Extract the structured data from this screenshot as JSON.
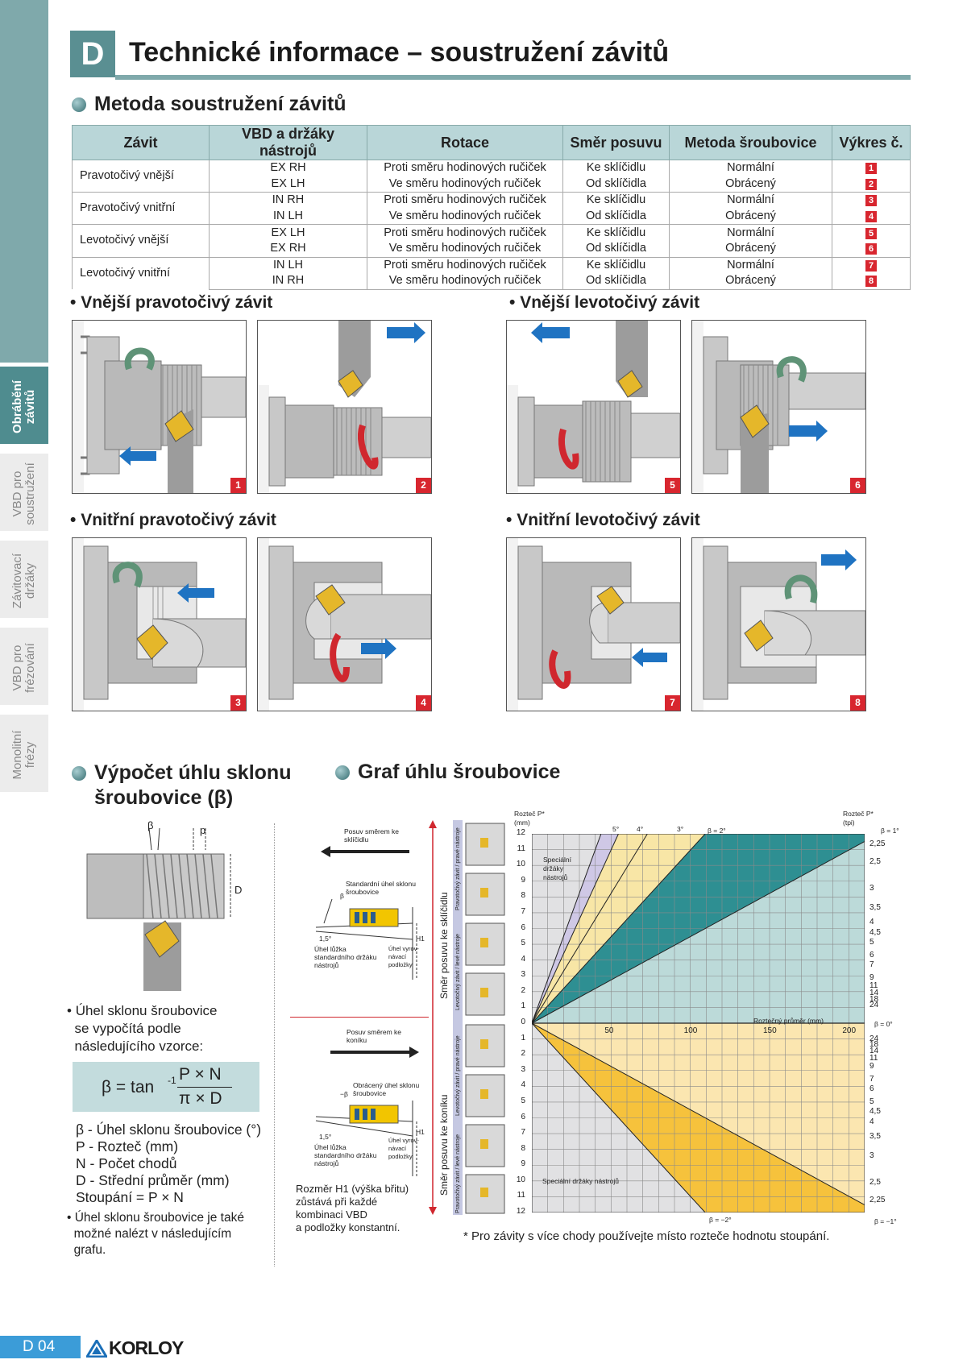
{
  "sidebar": {
    "tabs": [
      {
        "label": "Obrábění závitů",
        "active": true
      },
      {
        "label": "VBD pro soustružení",
        "active": false
      },
      {
        "label": "Závitovací držáky",
        "active": false
      },
      {
        "label": "VBD pro frézování",
        "active": false
      },
      {
        "label": "Monolitní frézy",
        "active": false
      }
    ]
  },
  "header": {
    "badge": "D",
    "title": "Technické informace – soustružení závitů"
  },
  "section1": {
    "title": "Metoda soustružení závitů"
  },
  "table": {
    "headers": [
      "Závit",
      "VBD a držáky nástrojů",
      "Rotace",
      "Směr posuvu",
      "Metoda šroubovice",
      "Výkres č."
    ],
    "groups": [
      {
        "thread": "Pravotočivý vnější",
        "rows": [
          {
            "tool": "EX  RH",
            "rotation": "Proti směru hodinových ručiček",
            "feed": "Ke sklíčidlu",
            "method": "Normální",
            "drawing": "1"
          },
          {
            "tool": "EX  LH",
            "rotation": "Ve směru hodinových ručiček",
            "feed": "Od sklíčidla",
            "method": "Obrácený",
            "drawing": "2"
          }
        ]
      },
      {
        "thread": "Pravotočivý vnitřní",
        "rows": [
          {
            "tool": "IN  RH",
            "rotation": "Proti směru hodinových ručiček",
            "feed": "Ke sklíčidlu",
            "method": "Normální",
            "drawing": "3"
          },
          {
            "tool": "IN  LH",
            "rotation": "Ve směru hodinových ručiček",
            "feed": "Od sklíčidla",
            "method": "Obrácený",
            "drawing": "4"
          }
        ]
      },
      {
        "thread": "Levotočivý vnější",
        "rows": [
          {
            "tool": "EX  LH",
            "rotation": "Proti směru hodinových ručiček",
            "feed": "Ke sklíčidlu",
            "method": "Normální",
            "drawing": "5"
          },
          {
            "tool": "EX  RH",
            "rotation": "Ve směru hodinových ručiček",
            "feed": "Od sklíčidla",
            "method": "Obrácený",
            "drawing": "6"
          }
        ]
      },
      {
        "thread": "Levotočivý vnitřní",
        "rows": [
          {
            "tool": "IN  LH",
            "rotation": "Proti směru hodinových ručiček",
            "feed": "Ke sklíčidlu",
            "method": "Normální",
            "drawing": "7"
          },
          {
            "tool": "IN  RH",
            "rotation": "Ve směru hodinových ručiček",
            "feed": "Od sklíčidla",
            "method": "Obrácený",
            "drawing": "8"
          }
        ]
      }
    ]
  },
  "diagrams": {
    "ext_right_title": "Vnější pravotočivý závit",
    "ext_left_title": "Vnější levotočivý závit",
    "int_right_title": "Vnitřní pravotočivý závit",
    "int_left_title": "Vnitřní levotočivý závit",
    "numbers": [
      "1",
      "2",
      "5",
      "6",
      "3",
      "4",
      "7",
      "8"
    ]
  },
  "calc": {
    "title_line1": "Výpočet úhlu sklonu",
    "title_line2": "šroubovice (β)",
    "label_beta": "β",
    "label_p": "p",
    "label_d": "D",
    "intro": [
      "Úhel sklonu šroubovice",
      "se vypočítá podle",
      "následujícího vzorce:"
    ],
    "formula_prefix": "β = tan",
    "formula_exp": "-1",
    "formula_num": "P × N",
    "formula_den": "π × D",
    "legend": [
      "β - Úhel sklonu šroubovice (°)",
      "P - Rozteč (mm)",
      "N - Počet chodů",
      "D - Střední průměr (mm)",
      "Stoupání = P × N"
    ],
    "note": [
      "Úhel sklonu šroubovice je také",
      "možné nalézt v následujícím",
      "grafu."
    ]
  },
  "graph": {
    "title": "Graf úhlu šroubovice",
    "left_top_feed": "Posuv směrem ke sklíčidlu",
    "left_top_angle": "Standardní úhel sklonu šroubovice",
    "left_bottom_feed": "Posuv směrem ke koníku",
    "left_bottom_angle": "Obrácený úhel sklonu šroubovice",
    "label_beta_small": "β",
    "label_beta_small_neg": "−β",
    "label_1_5": "1,5°",
    "label_h1": "H1",
    "label_seat": "Úhel lůžka standardního držáku nástrojů",
    "label_shim": "Úhel vyrov- návací podložky",
    "h1_note": [
      "Rozměr H1 (výška břitu)",
      "zůstává při každé",
      "kombinaci VBD",
      "a podložky konstantní."
    ],
    "axis_top": "Směr posuvu ke sklíčidlu",
    "axis_bottom": "Směr posuvu ke koníku",
    "strip_labels": [
      "Pravotočivý závit / pravé nástroje",
      "Levotočivý závit / levé nástroje",
      "Levotočivý závit / pravé nástroje",
      "Pravotočivý závit / levé nástroje"
    ],
    "pitch_mm_label": "Rozteč P* (mm)",
    "pitch_tpi_label": "Rozteč P* (tpi)",
    "diameter_label": "Roztečný průměr (mm)",
    "special_top": "Speciální držáky nástrojů",
    "special_bottom": "Speciální držáky nástrojů",
    "footnote": "* Pro závity s více chody používejte místo rozteče hodnotu stoupání.",
    "beta_top_labels": [
      "5°",
      "4°",
      "3°",
      "β = 2°",
      "β = 1°"
    ],
    "beta_zero": "β = 0°",
    "beta_neg2": "β = −2°",
    "beta_neg1": "β = −1°"
  },
  "chart_data": {
    "type": "line",
    "title": "Graf úhlu šroubovice",
    "xlabel": "Roztečný průměr (mm)",
    "ylabel": "Rozteč P* (mm)",
    "y2label": "Rozteč P* (tpi)",
    "xlim": [
      0,
      210
    ],
    "ylim": [
      -12,
      12
    ],
    "x_ticks": [
      "50",
      "100",
      "150",
      "200"
    ],
    "y_ticks_mm": [
      "12",
      "11",
      "10",
      "9",
      "8",
      "7",
      "6",
      "5",
      "4",
      "3",
      "2",
      "1",
      "0",
      "1",
      "2",
      "3",
      "4",
      "5",
      "6",
      "7",
      "8",
      "9",
      "10",
      "11",
      "12"
    ],
    "tpi_ticks_top": [
      "2,25",
      "2,5",
      "3",
      "3,5",
      "4",
      "4,5",
      "5",
      "6",
      "7",
      "9",
      "11",
      "14",
      "18",
      "24"
    ],
    "tpi_ticks_bottom": [
      "24",
      "18",
      "14",
      "11",
      "9",
      "7",
      "6",
      "5",
      "4,5",
      "4",
      "3,5",
      "3",
      "2,5",
      "2,25"
    ],
    "series_top": [
      {
        "name": "5°",
        "beta": 5
      },
      {
        "name": "4°",
        "beta": 4
      },
      {
        "name": "3°",
        "beta": 3
      },
      {
        "name": "β = 2°",
        "beta": 2
      },
      {
        "name": "β = 1°",
        "beta": 1
      }
    ],
    "series_bottom": [
      {
        "name": "β = −2°",
        "beta": -2
      },
      {
        "name": "β = −1°",
        "beta": -1
      }
    ],
    "colors": {
      "grey": "#e1e1e3",
      "purple": "#cfc8e6",
      "yellow": "#f8e6a6",
      "teal_light": "#bcdad9",
      "teal_dark": "#2e8f92",
      "orange": "#f6c23c",
      "grid": "#8a8a8a"
    }
  },
  "footer": {
    "page": "D 04",
    "brand": "KORLOY"
  }
}
